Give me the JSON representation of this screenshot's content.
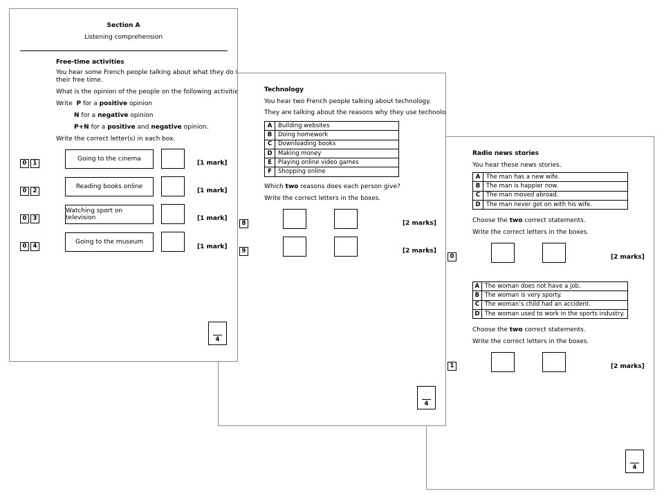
{
  "page1": {
    "section_title": "Section A",
    "section_subtitle": "Listening comprehension",
    "heading": "Free-time activities",
    "intro_line1": "You hear some French people talking about what they do in",
    "intro_line2": "their free time.",
    "question": "What is the opinion of the people on the following activities?",
    "write_prefix": "Write",
    "key_p": "P",
    "for_a": "for a",
    "positive": "positive",
    "opinion": "opinion",
    "key_n": "N",
    "negative": "negative",
    "key_pn": "P+N",
    "and": "and",
    "opinion_dot": "opinion.",
    "instruction": "Write the correct letter(s) in each box.",
    "rows": [
      {
        "num1": "0",
        "num2": "1",
        "activity": "Going to the cinema",
        "marks": "[1 mark]"
      },
      {
        "num1": "0",
        "num2": "2",
        "activity": "Reading books online",
        "marks": "[1 mark]"
      },
      {
        "num1": "0",
        "num2": "3",
        "activity": "Watching sport on television",
        "marks": "[1 mark]"
      },
      {
        "num1": "0",
        "num2": "4",
        "activity": "Going to the museum",
        "marks": "[1 mark]"
      }
    ],
    "total": "4"
  },
  "page2": {
    "heading": "Technology",
    "intro": "You hear two French people talking about technology.",
    "intro2": "They are talking about the reasons why they use technology.",
    "options": [
      {
        "letter": "A",
        "text": "Building websites"
      },
      {
        "letter": "B",
        "text": "Doing homework"
      },
      {
        "letter": "C",
        "text": "Downloading books"
      },
      {
        "letter": "D",
        "text": "Making money"
      },
      {
        "letter": "E",
        "text": "Playing online video games"
      },
      {
        "letter": "F",
        "text": "Shopping online"
      }
    ],
    "question_pre": "Which",
    "question_bold": "two",
    "question_post": "reasons does each person give?",
    "instruction": "Write the correct letters in the boxes.",
    "q1_num": "8",
    "q2_num": "9",
    "marks": "[2 marks]",
    "total": "4"
  },
  "page3": {
    "heading": "Radio news stories",
    "intro": "You hear these news stories.",
    "options1": [
      {
        "letter": "A",
        "text": "The man has a new wife."
      },
      {
        "letter": "B",
        "text": "The man is happier now."
      },
      {
        "letter": "C",
        "text": "The man moved abroad."
      },
      {
        "letter": "D",
        "text": "The man never got on with his wife."
      }
    ],
    "choose_pre": "Choose the",
    "choose_bold": "two",
    "choose_post": "correct statements.",
    "instruction": "Write the correct letters in the boxes.",
    "q1_num": "0",
    "marks": "[2 marks]",
    "options2": [
      {
        "letter": "A",
        "text": "The woman does not have a job."
      },
      {
        "letter": "B",
        "text": "The woman is very sporty."
      },
      {
        "letter": "C",
        "text": "The woman’s child had an accident."
      },
      {
        "letter": "D",
        "text": "The woman used to work in the sports industry."
      }
    ],
    "q2_num": "1",
    "total": "4"
  }
}
